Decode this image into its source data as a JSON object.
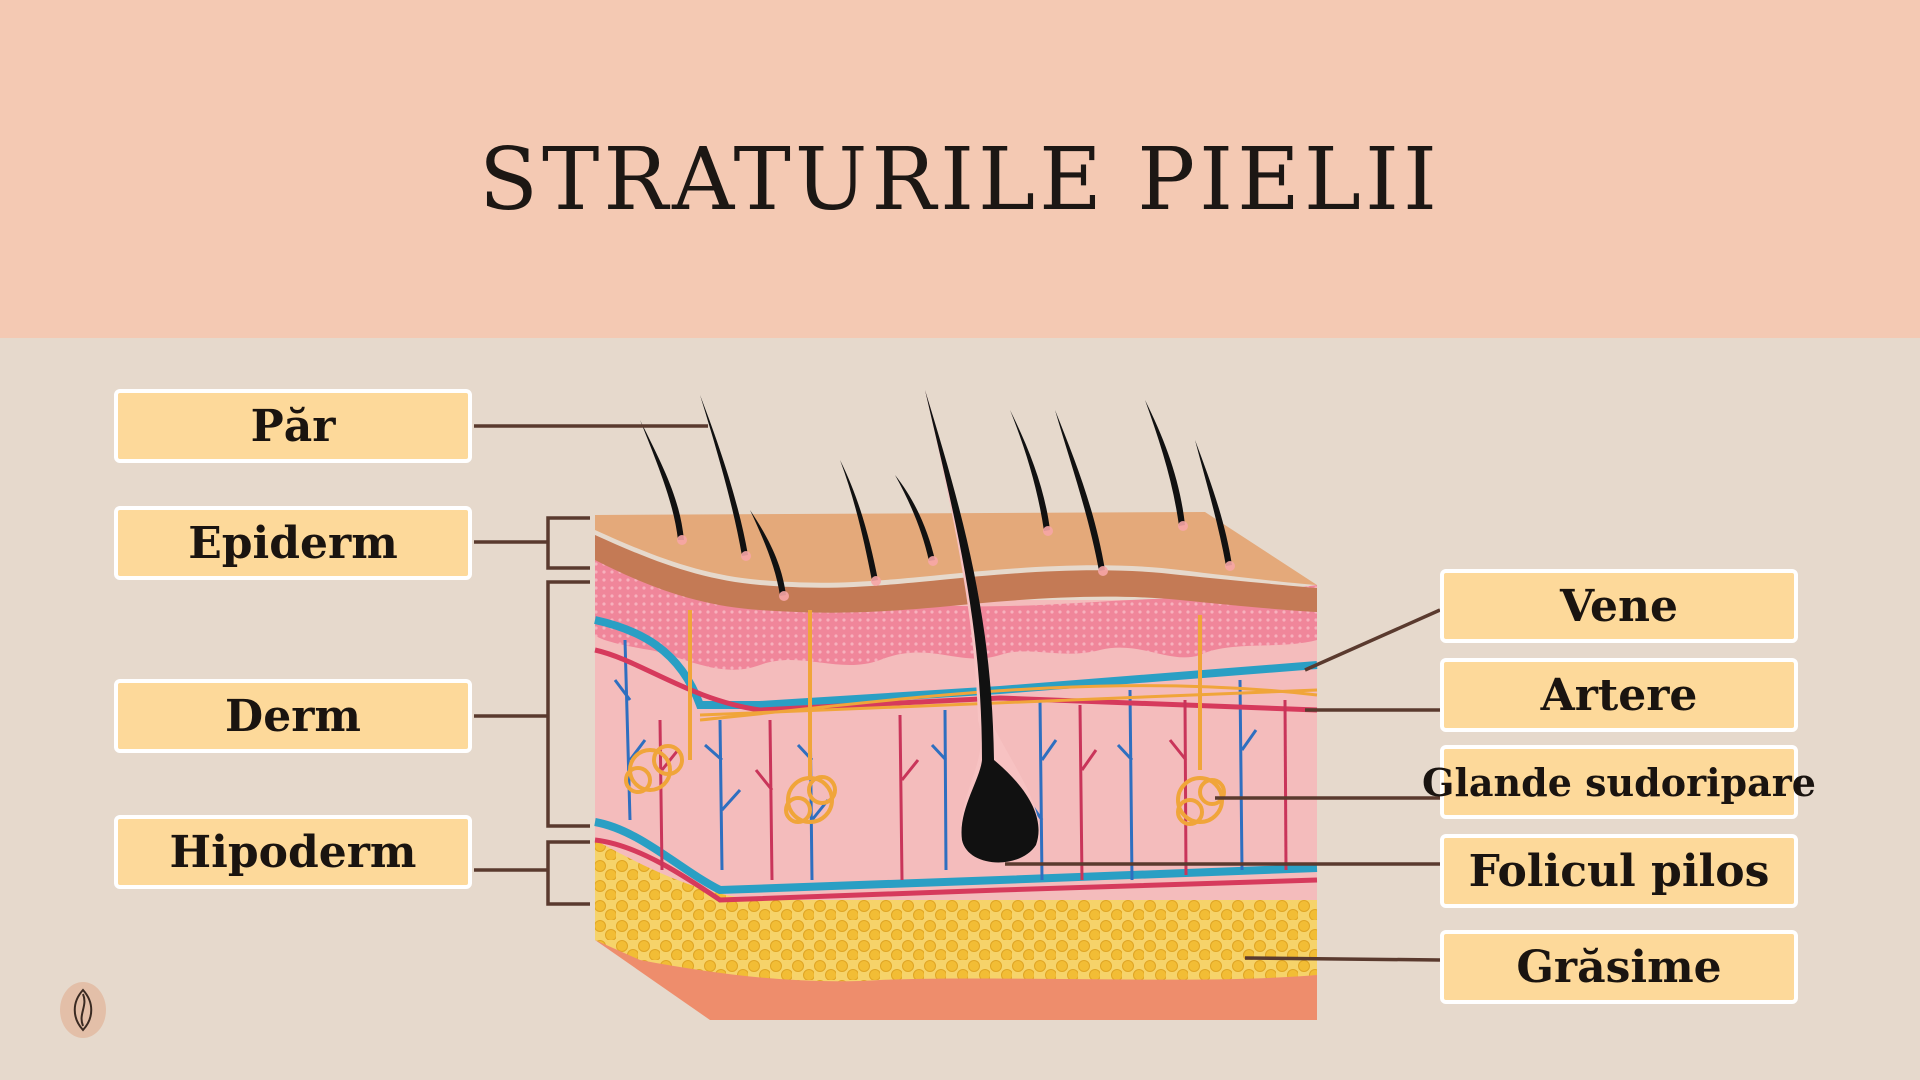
{
  "title": "STRATURILE PIELII",
  "labels": {
    "par": "Păr",
    "epiderm": "Epiderm",
    "derm": "Derm",
    "hipoderm": "Hipoderm",
    "vene": "Vene",
    "artere": "Artere",
    "glande": "Glande sudoripare",
    "folicul": "Folicul pilos",
    "grasime": "Grăsime"
  },
  "colors": {
    "header_bg": "#f4c9b3",
    "body_bg": "#e6d9cc",
    "label_fill": "#fdd99a",
    "connector": "#5a3a2e",
    "vein": "#2a9fc4",
    "artery": "#d63a5c",
    "fat": "#f5c23c",
    "epidermis_top": "#e4a97a",
    "dermis": "#f2b7b8"
  },
  "icons": {
    "logo": "leaf-logo-icon"
  }
}
